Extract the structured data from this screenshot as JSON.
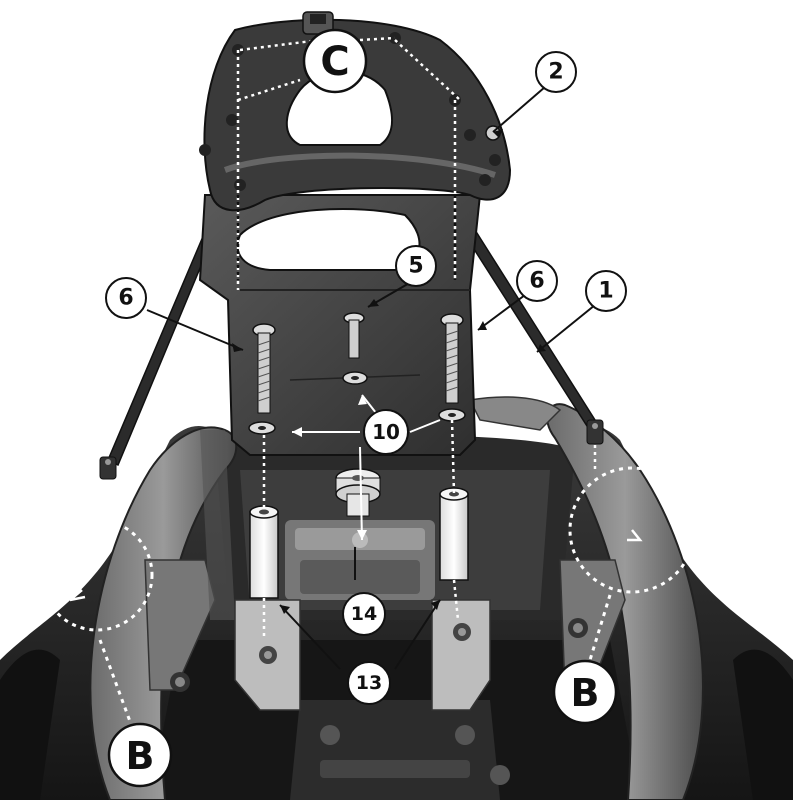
{
  "diagram": {
    "callouts": {
      "c1": "1",
      "c2": "2",
      "c5": "5",
      "c6_left": "6",
      "c6_right": "6",
      "c10": "10",
      "c13": "13",
      "c14": "14"
    },
    "letters": {
      "top": "C",
      "left": "B",
      "right": "B"
    }
  },
  "colors": {
    "metal": "#3c3c3c",
    "metal_light": "#6a6a6a",
    "body_dark": "#1e1e1e",
    "body_mid": "#4a4a4a",
    "spacer": "#f2f2f2",
    "line": "#111111"
  }
}
